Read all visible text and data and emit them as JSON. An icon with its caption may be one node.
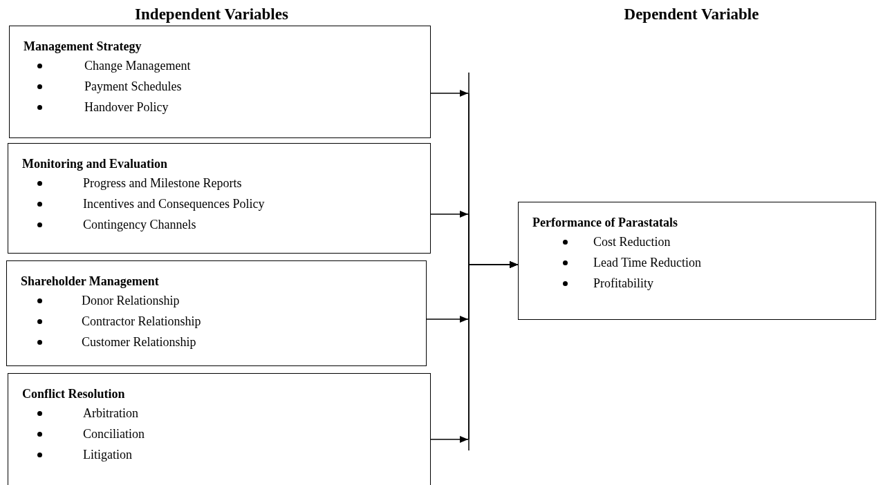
{
  "diagram": {
    "nodes": [
      {
        "text": [
          "Management Strategy",
          "Change Management",
          "Payment Schedules",
          "Handover Policy"
        ]
      },
      {
        "text": [
          "Monitoring and Evaluation",
          "Progress and Milestone Reports",
          "Incentives and Consequences Policy",
          "Contingency Channels"
        ]
      },
      {
        "text": [
          "Shareholder Management",
          "Donor Relationship",
          "Contractor Relationship",
          "Customer Relationship"
        ]
      },
      {
        "text": [
          "Conflict Resolution",
          "Arbitration",
          "Conciliation",
          "Litigation"
        ]
      },
      {
        "text": [
          "Performance of Parastatals",
          "Cost Reduction",
          "Lead Time Reduction",
          "Profitability"
        ]
      }
    ],
    "edges": [
      {
        "from": 0,
        "to": 4,
        "arrow": "to"
      },
      {
        "from": 1,
        "to": 4,
        "arrow": "to"
      },
      {
        "from": 2,
        "to": 4,
        "arrow": "to"
      },
      {
        "from": 3,
        "to": 4,
        "arrow": "to"
      }
    ],
    "labels": [
      "Independent Variables",
      "Dependent Variable"
    ]
  }
}
